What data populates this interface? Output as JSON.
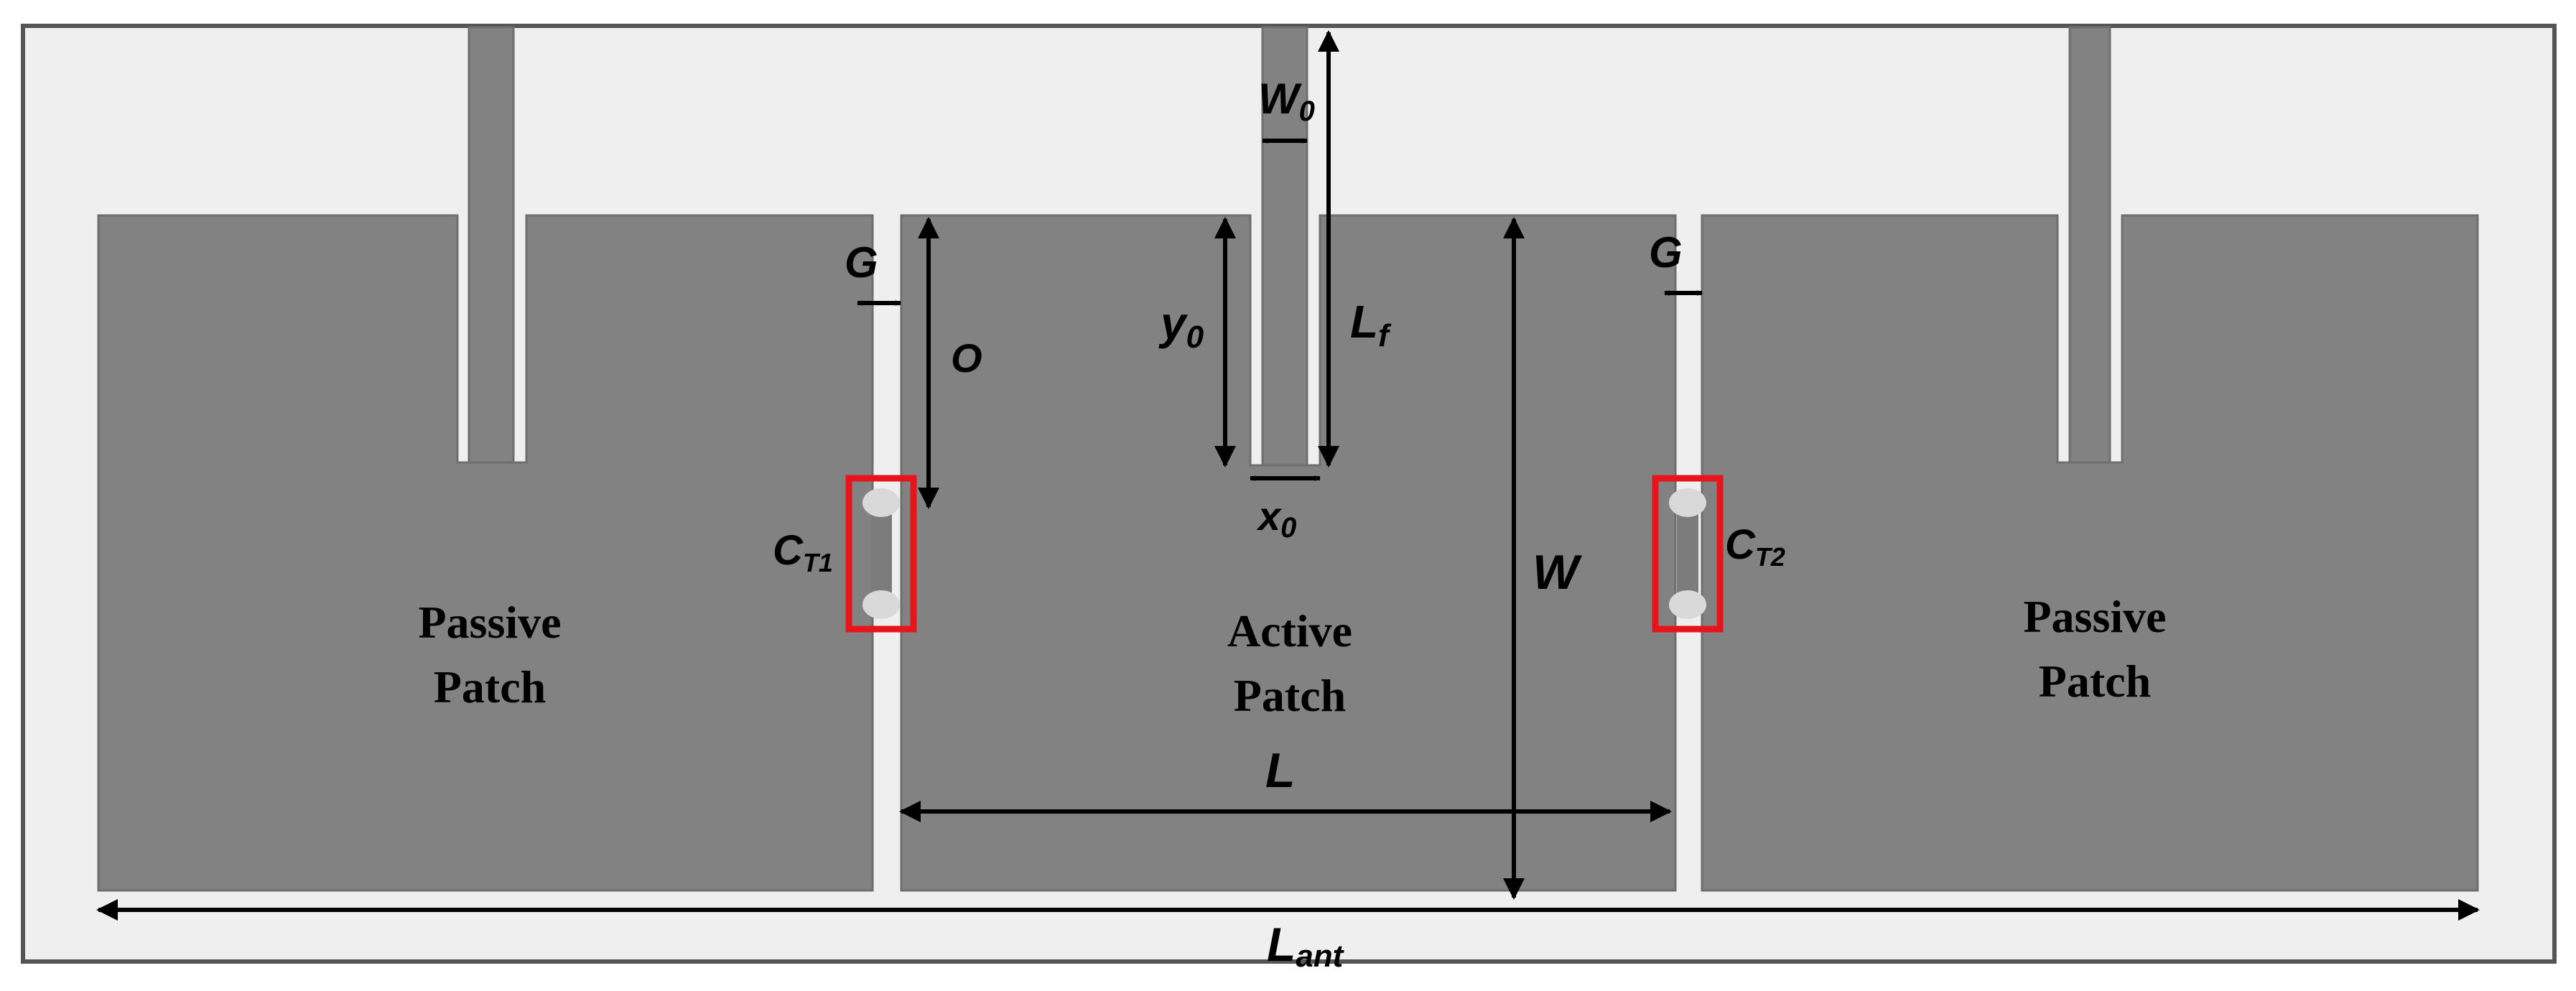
{
  "colors": {
    "page": "#ffffff",
    "board": "#efefef",
    "patch": "#828282",
    "patch_edge": "#6e6e6e",
    "line": "#000000",
    "cap_box": "#e8141b",
    "cap_body": "#7c7c7c",
    "cap_pad": "#d9d9d9"
  },
  "patches": {
    "left": [
      "Passive",
      "Patch"
    ],
    "center": [
      "Active",
      "Patch"
    ],
    "right": [
      "Passive",
      "Patch"
    ]
  },
  "dimensions": {
    "feed_width": "W",
    "feed_width_sub": "0",
    "feed_length": "L",
    "feed_length_sub": "f",
    "inset_depth": "y",
    "inset_depth_sub": "0",
    "inset_gap": "x",
    "inset_gap_sub": "0",
    "gap_left": "G",
    "gap_right": "G",
    "offset": "O",
    "patch_width": "W",
    "patch_length": "L",
    "antenna_length": "L",
    "antenna_length_sub": "ant"
  },
  "capacitors": {
    "left": "C",
    "left_sub": "T1",
    "right": "C",
    "right_sub": "T2"
  }
}
